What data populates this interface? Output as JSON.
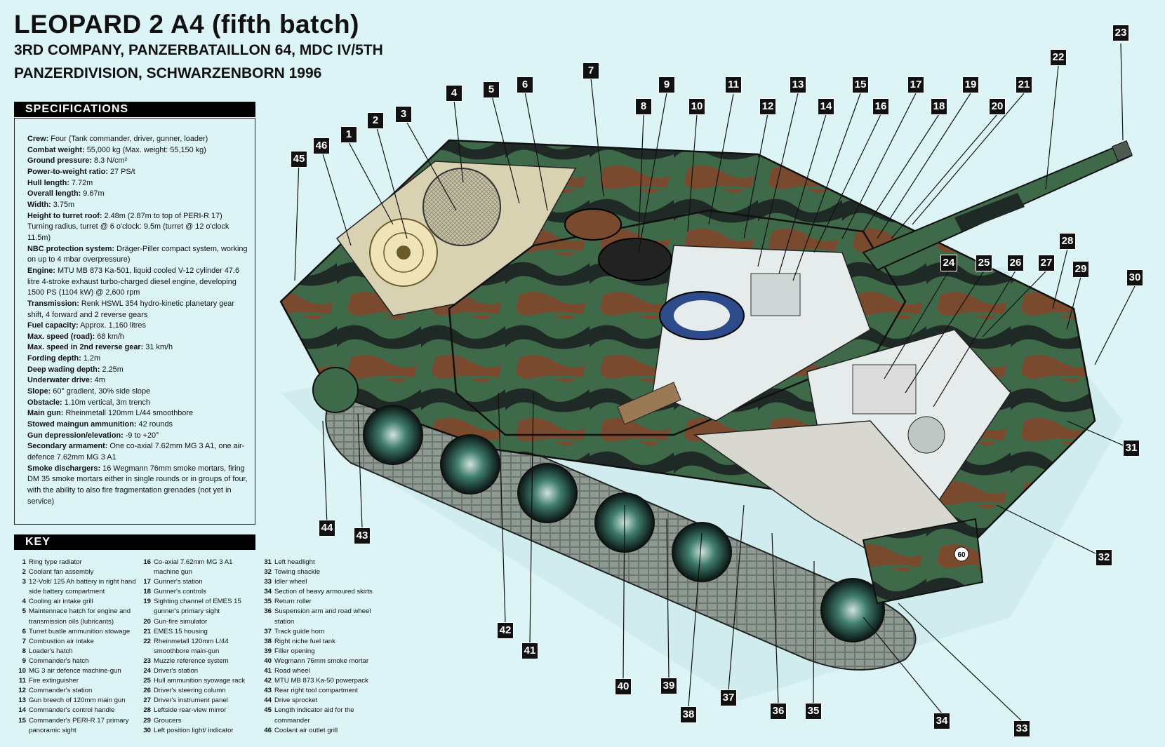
{
  "header": {
    "title": "LEOPARD 2 A4 (fifth batch)",
    "subtitle_line1": "3RD COMPANY, PANZERBATAILLON 64, MDC IV/5TH",
    "subtitle_line2": "PANZERDIVISION, SCHWARZENBORN 1996"
  },
  "specifications": {
    "heading": "SPECIFICATIONS",
    "items": [
      {
        "label": "Crew:",
        "value": "Four (Tank commander, driver, gunner, loader)"
      },
      {
        "label": "Combat weight:",
        "value": "55,000 kg (Max. weight: 55,150 kg)"
      },
      {
        "label": "Ground pressure:",
        "value": "8.3 N/cm²"
      },
      {
        "label": "Power-to-weight ratio:",
        "value": "27 PS/t"
      },
      {
        "label": "Hull length:",
        "value": "7.72m"
      },
      {
        "label": "Overall length:",
        "value": "9.67m"
      },
      {
        "label": "Width:",
        "value": "3.75m"
      },
      {
        "label": "Height to turret roof:",
        "value": "2.48m (2.87m to top of PERI-R 17) Turning radius, turret @ 6 o'clock: 9.5m (turret @ 12 o'clock 11.5m)"
      },
      {
        "label": "NBC protection system:",
        "value": "Dräger-Piller compact system, working on up to 4 mbar overpressure)"
      },
      {
        "label": "Engine:",
        "value": "MTU MB 873 Ka-501, liquid cooled V-12 cylinder 47.6 litre 4-stroke exhaust turbo-charged diesel engine, developing 1500 PS (1104 kW) @ 2,600 rpm"
      },
      {
        "label": "Transmission:",
        "value": "Renk HSWL 354 hydro-kinetic planetary gear shift, 4 forward and 2 reverse gears"
      },
      {
        "label": "Fuel capacity:",
        "value": "Approx. 1,160 litres"
      },
      {
        "label": "Max. speed (road):",
        "value": "68 km/h"
      },
      {
        "label": "Max. speed in 2nd reverse gear:",
        "value": "31 km/h"
      },
      {
        "label": "Fording depth:",
        "value": "1.2m"
      },
      {
        "label": "Deep wading depth:",
        "value": "2.25m"
      },
      {
        "label": "Underwater drive:",
        "value": "4m"
      },
      {
        "label": "Slope:",
        "value": "60° gradient, 30% side slope"
      },
      {
        "label": "Obstacle:",
        "value": "1.10m vertical, 3m trench"
      },
      {
        "label": "Main gun:",
        "value": "Rheinmetall 120mm L/44 smoothbore"
      },
      {
        "label": "Stowed maingun ammunition:",
        "value": "42 rounds"
      },
      {
        "label": "Gun depression/elevation:",
        "value": "-9 to +20°"
      },
      {
        "label": "Secondary armament:",
        "value": "One co-axial 7.62mm MG 3 A1, one air-defence 7.62mm MG 3 A1"
      },
      {
        "label": "Smoke dischargers:",
        "value": "16 Wegmann 76mm smoke mortars, firing DM 35 smoke mortars either in single rounds or in groups of four, with the ability to also fire fragmentation grenades (not yet in service)"
      }
    ]
  },
  "key": {
    "heading": "KEY",
    "col1": [
      {
        "n": "1",
        "t": "Ring type radiator"
      },
      {
        "n": "2",
        "t": "Coolant fan assembly"
      },
      {
        "n": "3",
        "t": "12-Volt/ 125 Ah battery in right hand side battery compartment"
      },
      {
        "n": "4",
        "t": "Cooling air intake grill"
      },
      {
        "n": "5",
        "t": "Maintennace hatch for engine and transmission oils (lubricants)"
      },
      {
        "n": "6",
        "t": "Turret bustle ammunition stowage"
      },
      {
        "n": "7",
        "t": "Combustion air intake"
      },
      {
        "n": "8",
        "t": "Loader's hatch"
      },
      {
        "n": "9",
        "t": "Commander's hatch"
      },
      {
        "n": "10",
        "t": "MG 3 air defence machine-gun"
      },
      {
        "n": "11",
        "t": "Fire extinguisher"
      },
      {
        "n": "12",
        "t": "Commander's station"
      },
      {
        "n": "13",
        "t": "Gun breech of 120mm main gun"
      },
      {
        "n": "14",
        "t": "Commander's control handle"
      },
      {
        "n": "15",
        "t": "Commander's PERI-R 17 primary panoramic sight"
      }
    ],
    "col2": [
      {
        "n": "16",
        "t": "Co-axial 7.62mm MG 3 A1 machine gun"
      },
      {
        "n": "17",
        "t": "Gunner's station"
      },
      {
        "n": "18",
        "t": "Gunner's controls"
      },
      {
        "n": "19",
        "t": "Sighting channel of EMES 15 gunner's primary sight"
      },
      {
        "n": "20",
        "t": "Gun-fire simulator"
      },
      {
        "n": "21",
        "t": "EMES 15 housing"
      },
      {
        "n": "22",
        "t": "Rheinmetall 120mm L/44 smoothbore main-gun"
      },
      {
        "n": "23",
        "t": "Muzzle reference system"
      },
      {
        "n": "24",
        "t": "Driver's station"
      },
      {
        "n": "25",
        "t": "Hull ammunition syowage rack"
      },
      {
        "n": "26",
        "t": "Driver's steering column"
      },
      {
        "n": "27",
        "t": "Driver's instrument panel"
      },
      {
        "n": "28",
        "t": "Leftside rear-view mirror"
      },
      {
        "n": "29",
        "t": "Groucers"
      },
      {
        "n": "30",
        "t": "Left position light/ indicator"
      }
    ],
    "col3": [
      {
        "n": "31",
        "t": "Left headlight"
      },
      {
        "n": "32",
        "t": "Towing shackle"
      },
      {
        "n": "33",
        "t": "Idler wheel"
      },
      {
        "n": "34",
        "t": "Section of heavy armoured skirts"
      },
      {
        "n": "35",
        "t": "Return roller"
      },
      {
        "n": "36",
        "t": "Suspension arm and road wheel station"
      },
      {
        "n": "37",
        "t": "Track guide horn"
      },
      {
        "n": "38",
        "t": "Right niche fuel tank"
      },
      {
        "n": "39",
        "t": "Filler opening"
      },
      {
        "n": "40",
        "t": "Wegmann 76mm smoke mortar"
      },
      {
        "n": "41",
        "t": "Road wheel"
      },
      {
        "n": "42",
        "t": "MTU MB 873 Ka-50 powerpack"
      },
      {
        "n": "43",
        "t": "Rear right tool compartment"
      },
      {
        "n": "44",
        "t": "Drive sprocket"
      },
      {
        "n": "45",
        "t": "Length indicator aid for the commander"
      },
      {
        "n": "46",
        "t": "Coolant air outlet grill"
      }
    ]
  },
  "callouts": [
    "1",
    "2",
    "3",
    "4",
    "5",
    "6",
    "7",
    "8",
    "9",
    "10",
    "11",
    "12",
    "13",
    "14",
    "15",
    "16",
    "17",
    "18",
    "19",
    "20",
    "21",
    "22",
    "23",
    "24",
    "25",
    "26",
    "27",
    "28",
    "29",
    "30",
    "31",
    "32",
    "33",
    "34",
    "35",
    "36",
    "37",
    "38",
    "39",
    "40",
    "41",
    "42",
    "43",
    "44",
    "45",
    "46"
  ],
  "hull_marking": "60",
  "colors": {
    "background": "#ddf4f7",
    "camo_green": "#3e6a4a",
    "camo_dark": "#1f2a26",
    "camo_brown": "#7a4a2e",
    "interior": "#e6ecec"
  }
}
